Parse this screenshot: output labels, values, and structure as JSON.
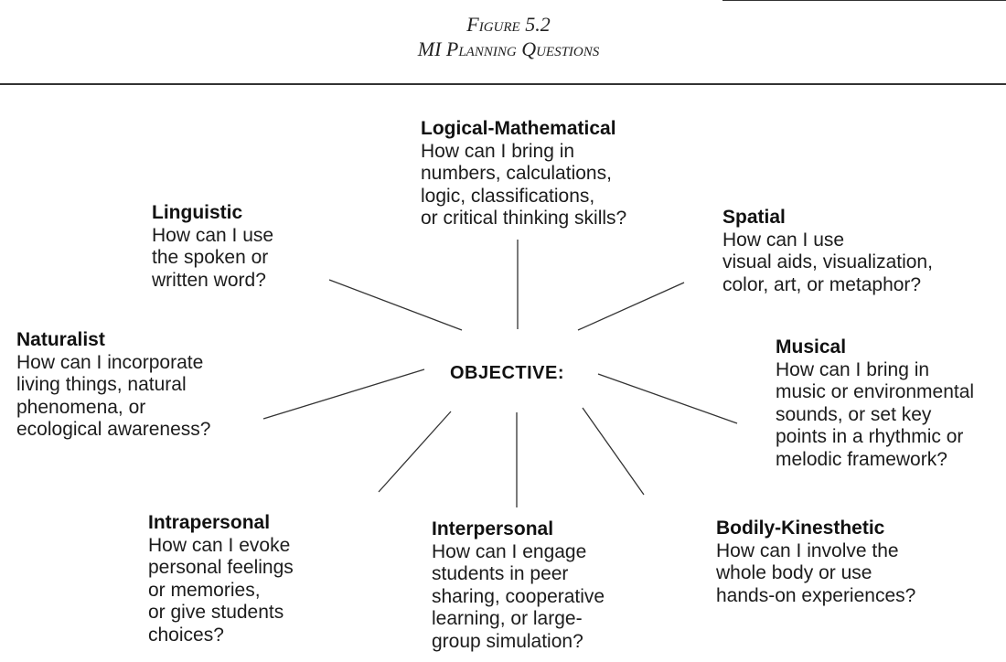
{
  "figure": {
    "number": "Figure 5.2",
    "title": "MI Planning Questions"
  },
  "center": {
    "label": "OBJECTIVE:"
  },
  "intelligences": {
    "logical_mathematical": {
      "name": "Logical-Mathematical",
      "question": "How can I bring in\nnumbers, calculations,\nlogic, classifications,\nor critical thinking skills?"
    },
    "linguistic": {
      "name": "Linguistic",
      "question": "How can I use\nthe spoken or\nwritten word?"
    },
    "spatial": {
      "name": "Spatial",
      "question": "How can I use\nvisual aids, visualization,\ncolor, art, or metaphor?"
    },
    "naturalist": {
      "name": "Naturalist",
      "question": "How can I incorporate\nliving things, natural\nphenomena, or\necological awareness?"
    },
    "musical": {
      "name": "Musical",
      "question": "How can I bring in\nmusic or environmental\nsounds, or set key\npoints in a rhythmic or\nmelodic framework?"
    },
    "intrapersonal": {
      "name": "Intrapersonal",
      "question": "How can I evoke\npersonal feelings\nor memories,\nor give students\nchoices?"
    },
    "interpersonal": {
      "name": "Interpersonal",
      "question": "How can I engage\nstudents in peer\nsharing, cooperative\nlearning, or large-\ngroup simulation?"
    },
    "bodily_kinesthetic": {
      "name": "Bodily-Kinesthetic",
      "question": "How can I involve the\nwhole body or use\nhands-on experiences?"
    }
  }
}
